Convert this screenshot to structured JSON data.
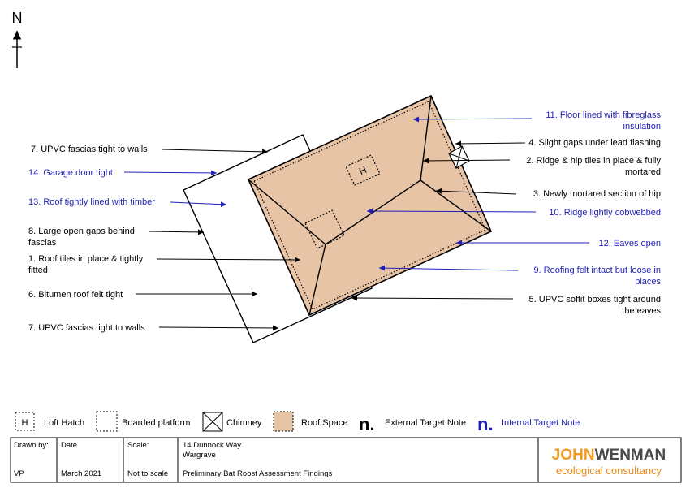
{
  "north": {
    "label": "N"
  },
  "colors": {
    "roof_space": "#e8c4a7",
    "external": "#000000",
    "internal": "#1f1fb4"
  },
  "notes": [
    {
      "text": [
        "7. UPVC fascias tight to walls"
      ],
      "type": "external"
    },
    {
      "text": [
        "14. Garage door tight"
      ],
      "type": "internal"
    },
    {
      "text": [
        "13. Roof tightly lined with timber"
      ],
      "type": "internal"
    },
    {
      "text": [
        "8. Large open gaps behind",
        "fascias"
      ],
      "type": "external"
    },
    {
      "text": [
        "1. Roof tiles in place & tightly",
        "fitted"
      ],
      "type": "external"
    },
    {
      "text": [
        "6. Bitumen roof felt tight"
      ],
      "type": "external"
    },
    {
      "text": [
        "7. UPVC fascias tight to walls"
      ],
      "type": "external"
    },
    {
      "text": [
        "11. Floor lined with fibreglass",
        "insulation"
      ],
      "type": "internal"
    },
    {
      "text": [
        "4. Slight gaps under lead flashing"
      ],
      "type": "external"
    },
    {
      "text": [
        "2. Ridge & hip tiles in place & fully",
        "mortared"
      ],
      "type": "external"
    },
    {
      "text": [
        "3. Newly mortared section of hip"
      ],
      "type": "external"
    },
    {
      "text": [
        "10. Ridge lightly cobwebbed"
      ],
      "type": "internal"
    },
    {
      "text": [
        "12. Eaves open"
      ],
      "type": "internal"
    },
    {
      "text": [
        "9. Roofing felt intact but loose in",
        "places"
      ],
      "type": "internal"
    },
    {
      "text": [
        "5. UPVC soffit boxes tight around",
        "the eaves"
      ],
      "type": "external"
    }
  ],
  "legend": {
    "loft_hatch": {
      "symbol": "H",
      "label": "Loft Hatch"
    },
    "boarded_platform": "Boarded platform",
    "chimney": "Chimney",
    "roof_space": "Roof Space",
    "external_note": {
      "symbol": "n.",
      "label": "External Target Note"
    },
    "internal_note": {
      "symbol": "n.",
      "label": "Internal Target Note"
    }
  },
  "plan_hatch_label": "H",
  "title_block": {
    "drawn_by_label": "Drawn by:",
    "drawn_by_value": "VP",
    "date_label": "Date",
    "date_value": "March 2021",
    "scale_label": "Scale:",
    "scale_value": "Not to scale",
    "address_line1": "14 Dunnock Way",
    "address_line2": "Wargrave",
    "report_title": "Preliminary Bat Roost Assessment Findings"
  },
  "logo": {
    "part1": "JOHN",
    "part2": "WENMAN",
    "tagline": "ecological consultancy"
  }
}
